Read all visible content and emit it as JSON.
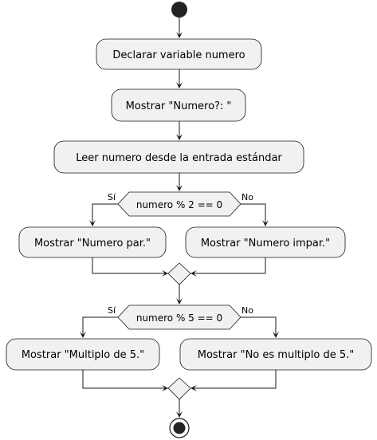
{
  "activities": {
    "declare": "Declarar variable numero",
    "prompt": "Mostrar \"Numero?: \"",
    "read": "Leer numero desde la entrada estándar",
    "even": "Mostrar \"Numero par.\"",
    "odd": "Mostrar \"Numero impar.\"",
    "multiple": "Mostrar \"Multiplo de 5.\"",
    "not_multiple": "Mostrar \"No es multiplo de 5.\""
  },
  "decisions": {
    "first": {
      "condition": "numero % 2 == 0",
      "yes": "Sí",
      "no": "No"
    },
    "second": {
      "condition": "numero % 5 == 0",
      "yes": "Sí",
      "no": "No"
    }
  }
}
